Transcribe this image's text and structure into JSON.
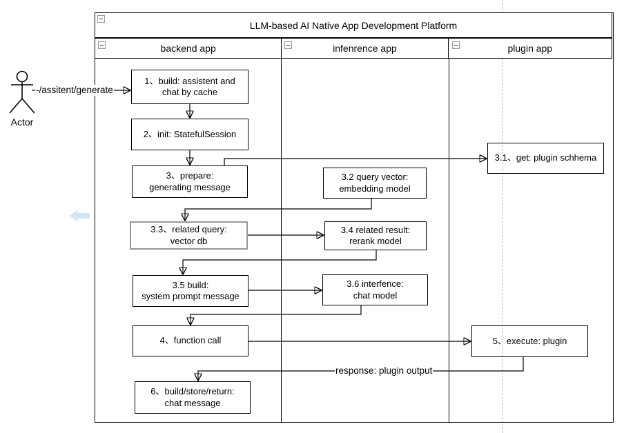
{
  "diagram": {
    "title": "LLM-based AI Native App Development Platform",
    "actor": {
      "label": "Actor"
    },
    "lanes": [
      {
        "name": "backend app"
      },
      {
        "name": "infenrence app"
      },
      {
        "name": "plugin app"
      }
    ],
    "nodes": [
      {
        "id": "build-assistant-and-chat-by-cache",
        "lines": [
          "1、build: assistent and",
          "chat by cache"
        ]
      },
      {
        "id": "init-stateful-session",
        "lines": [
          "2、init: StatefulSession"
        ]
      },
      {
        "id": "prepare-generating-message",
        "lines": [
          "3、prepare:",
          "generating message"
        ]
      },
      {
        "id": "get-plugin-schema",
        "lines": [
          "3.1、get: plugin schhema"
        ]
      },
      {
        "id": "query-vector-embedding-model",
        "lines": [
          "3.2 query vector:",
          "embedding model"
        ]
      },
      {
        "id": "related-query-vector-db",
        "lines": [
          "3.3、related query:",
          "vector db"
        ]
      },
      {
        "id": "related-result-rerank-model",
        "lines": [
          "3.4 related result:",
          "rerank model"
        ]
      },
      {
        "id": "build-system-prompt-message",
        "lines": [
          "3.5 build:",
          "system prompt message"
        ]
      },
      {
        "id": "inference-chat-model",
        "lines": [
          "3.6 interfence:",
          "chat model"
        ]
      },
      {
        "id": "function-call",
        "lines": [
          "4、function call"
        ]
      },
      {
        "id": "execute-plugin",
        "lines": [
          "5、execute: plugin"
        ]
      },
      {
        "id": "build-store-return-chat-message",
        "lines": [
          "6、build/store/return:",
          "chat message"
        ]
      }
    ],
    "edge_labels": {
      "request": "-/assitent/generate",
      "response": "response: plugin output"
    },
    "icons": {
      "collapse": "collapse-icon",
      "page_scroll_left": "page-scroll-left-icon"
    },
    "colors": {
      "line": "#000000",
      "node_border": "#000000",
      "muted_node_border": "#979797",
      "page_break_line": "#bdbdbd",
      "scroll_arrow": "#d0e5f8"
    }
  }
}
